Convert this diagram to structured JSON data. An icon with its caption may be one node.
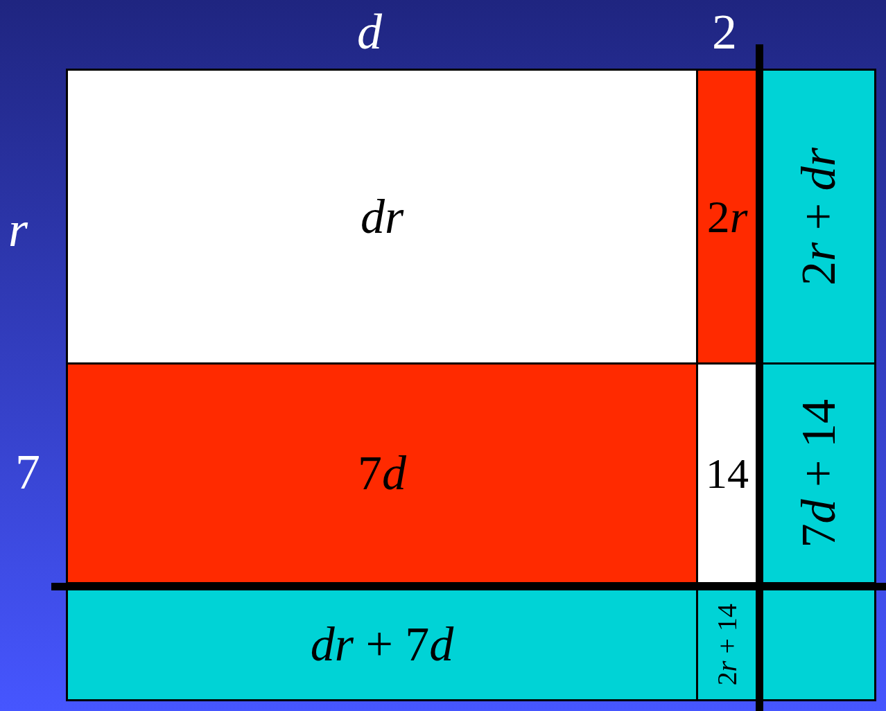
{
  "diagram": {
    "nodes": [
      {
        "text": [
          "dr"
        ]
      },
      {
        "text": [
          "2r"
        ]
      },
      {
        "text": [
          "2r + dr"
        ]
      },
      {
        "text": [
          "7d"
        ]
      },
      {
        "text": [
          "14"
        ]
      },
      {
        "text": [
          "7d + 14"
        ]
      },
      {
        "text": [
          "dr + 7d"
        ]
      },
      {
        "text": [
          "2r + 14"
        ]
      },
      {
        "text": [],
        "shape": "box"
      }
    ],
    "labels": [
      "d",
      "2",
      "r",
      "7"
    ]
  }
}
